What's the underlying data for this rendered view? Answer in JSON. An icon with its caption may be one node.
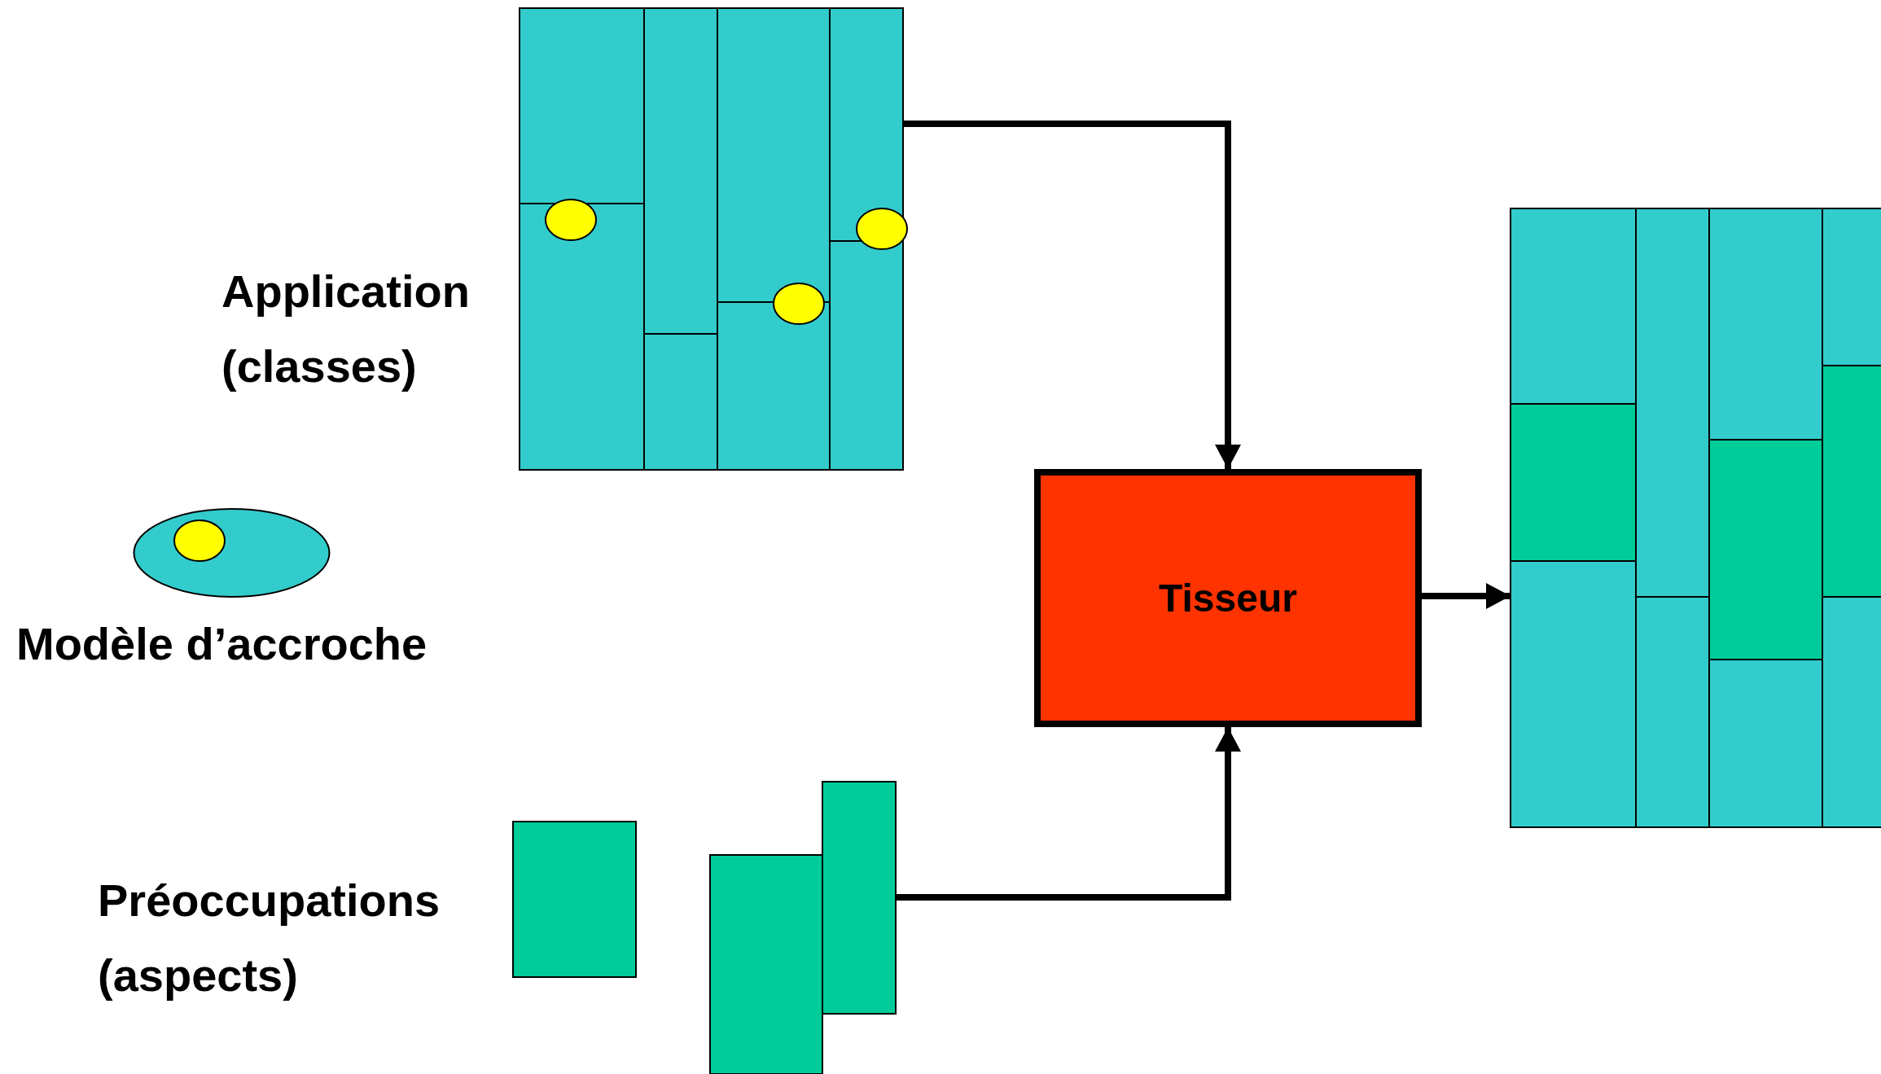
{
  "diagram": {
    "nodes": [
      {
        "text": [],
        "shape": "picture"
      },
      {
        "text": [
          "Tisseur"
        ]
      },
      {
        "text": [],
        "shape": "picture"
      },
      {
        "text": [],
        "shape": "box"
      },
      {
        "text": [],
        "shape": "picture"
      }
    ],
    "edges": [
      {
        "from": 0,
        "to": 1,
        "arrow": "to"
      },
      {
        "from": 4,
        "to": 1,
        "arrow": "to"
      },
      {
        "from": 1,
        "to": 2,
        "arrow": "to"
      }
    ],
    "labels": [
      "Application (classes)",
      "Modèle d’accroche",
      "Préoccupations (aspects)"
    ]
  }
}
